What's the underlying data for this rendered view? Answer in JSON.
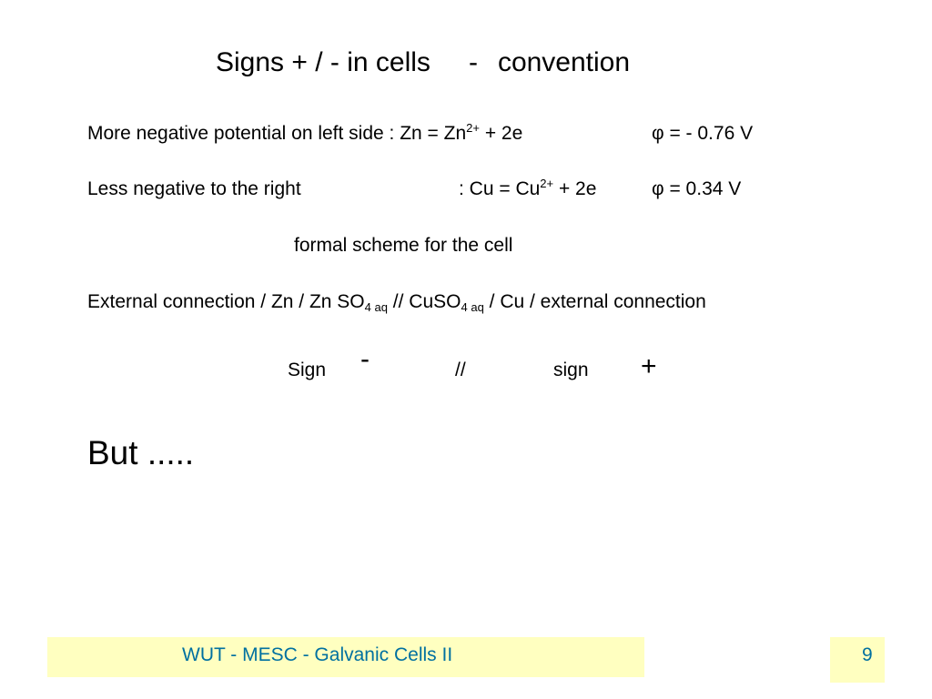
{
  "slide": {
    "title": {
      "part1": "Signs + / - in cells",
      "dash": "-",
      "part2": "convention"
    },
    "line1": {
      "label": "More negative potential on left side : Zn = Zn",
      "sup": "2+",
      "after": " + 2e",
      "potential": "φ = - 0.76 V"
    },
    "line2": {
      "label": "Less negative to the right",
      "eq": ": Cu = Cu",
      "sup": "2+",
      "after": " + 2e",
      "potential": "φ = 0.34 V"
    },
    "scheme_label": "formal scheme for the cell",
    "cell_scheme": {
      "part1": "External connection / Zn / Zn SO",
      "sub1": "4 aq",
      "part2": " // CuSO",
      "sub2": "4 aq",
      "part3": " / Cu  / external connection"
    },
    "signs": {
      "left_label": "Sign",
      "minus": "-",
      "separator": "//",
      "right_label": "sign",
      "plus": "+"
    },
    "but": "But ....."
  },
  "footer": {
    "text": "WUT - MESC - Galvanic Cells II",
    "page_number": "9"
  }
}
